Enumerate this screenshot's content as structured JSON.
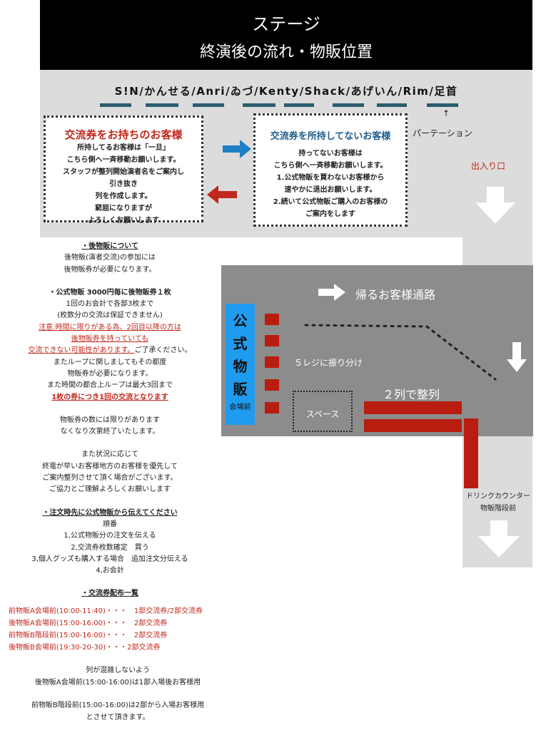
{
  "header": {
    "title": "ステージ",
    "subtitle": "終演後の流れ・物販位置"
  },
  "stage": {
    "performers": "S!N/かんせる/Anri/ゐづ/Kenty/Shack/あげいん/Rim/足首",
    "partition_arrow": "↑",
    "partition_label": "パーテーション",
    "exit_label": "出入り口"
  },
  "box_left": {
    "title": "交流券をお持ちのお客様",
    "lines": [
      "所持してるお客様は「一旦」",
      "こちら側へ一斉移動お願いします。",
      "スタッフが整列開始演者名をご案内し",
      "引き抜き",
      "列を作成します。",
      "窮屈になりますが",
      "よろしくお願いします"
    ]
  },
  "box_right": {
    "title": "交流券を所持してないお客様",
    "lines": [
      "持ってないお客様は",
      "こちら側へ一斉移動お願いします。",
      "1.公式物販を買わないお客様から",
      "速やかに退出お願いします。",
      "2.続いて公式物販ご購入のお客様の",
      "ご案内をします"
    ]
  },
  "lobby": {
    "return_path": "帰るお客様通路",
    "official_chars": [
      "公",
      "式",
      "物",
      "販"
    ],
    "official_sub": "会場前",
    "registers": "５レジに振り分け",
    "two_rows": "２列で整列",
    "space": "スペース",
    "drink_counter": "ドリンクカウンター",
    "drink_sub": "物販階段前"
  },
  "notes": {
    "after_heading": "・後物販について",
    "after_lines": [
      "後物販(演者交流)の参加には",
      "後物販券が必要になります。"
    ],
    "official_heading": "・公式物販 3000円毎に後物販券１枚",
    "official_lines": [
      "1回のお会計で各部3枚まで",
      "(枚数分の交流は保証できません)"
    ],
    "warn1": "注意:時間に限りがある為、2回目以降の方は",
    "warn2": "後物販券を持っていても",
    "warn3_red": "交流できない可能性があります。",
    "warn3_tail": "ご了承ください。",
    "loop_lines": [
      "またループに関しましてもその都度",
      "物販券が必要になります。",
      "また時間の都合上ループは最大3回まで"
    ],
    "loop_emph": "1枚の券につき1回の交流となります",
    "stock_lines": [
      "物販券の数には限りがあります",
      "なくなり次第終了いたします。"
    ],
    "situation_lines": [
      "また状況に応じて",
      "終電が早いお客様地方のお客様を優先して",
      "ご案内整列させて頂く場合がございます。",
      "ご協力とご理解よろしくお願いします"
    ],
    "order_heading": "・注文時先に公式物販から伝えてください",
    "order_lines": [
      "順番",
      "1,公式物販分の注文を伝える",
      "2,交流券枚数確定　買う",
      "3,個人グッズも購入する場合　追加注文分伝える",
      "4,お会計"
    ],
    "dist_heading": "・交流券配布一覧",
    "dist_lines": [
      "前物販A会場前(10:00-11:40)・・・　1部交流券/2部交流券",
      "後物販A会場前(15:00-16:00)・・・　2部交流券",
      "前物販B階段前(15:00-16:00)・・・　2部交流券",
      "後物販B会場前(19:30-20-30)・・・2部交流券"
    ],
    "bottom_lines": [
      "列が混雑しないよう",
      "後物販A会場前(15:00-16:00)は1部入場後お客様用",
      "",
      "前物販B階段前(15:00-16:00)は2部から入場お客様用",
      "とさせて頂きます。"
    ]
  },
  "colors": {
    "header_bg": "#000000",
    "stage_gray": "#dcdcdc",
    "lobby_gray": "#8c8c8c",
    "accent_red": "#b81d10",
    "accent_blue": "#1f9bef",
    "dash_teal": "#2b5c6e"
  }
}
